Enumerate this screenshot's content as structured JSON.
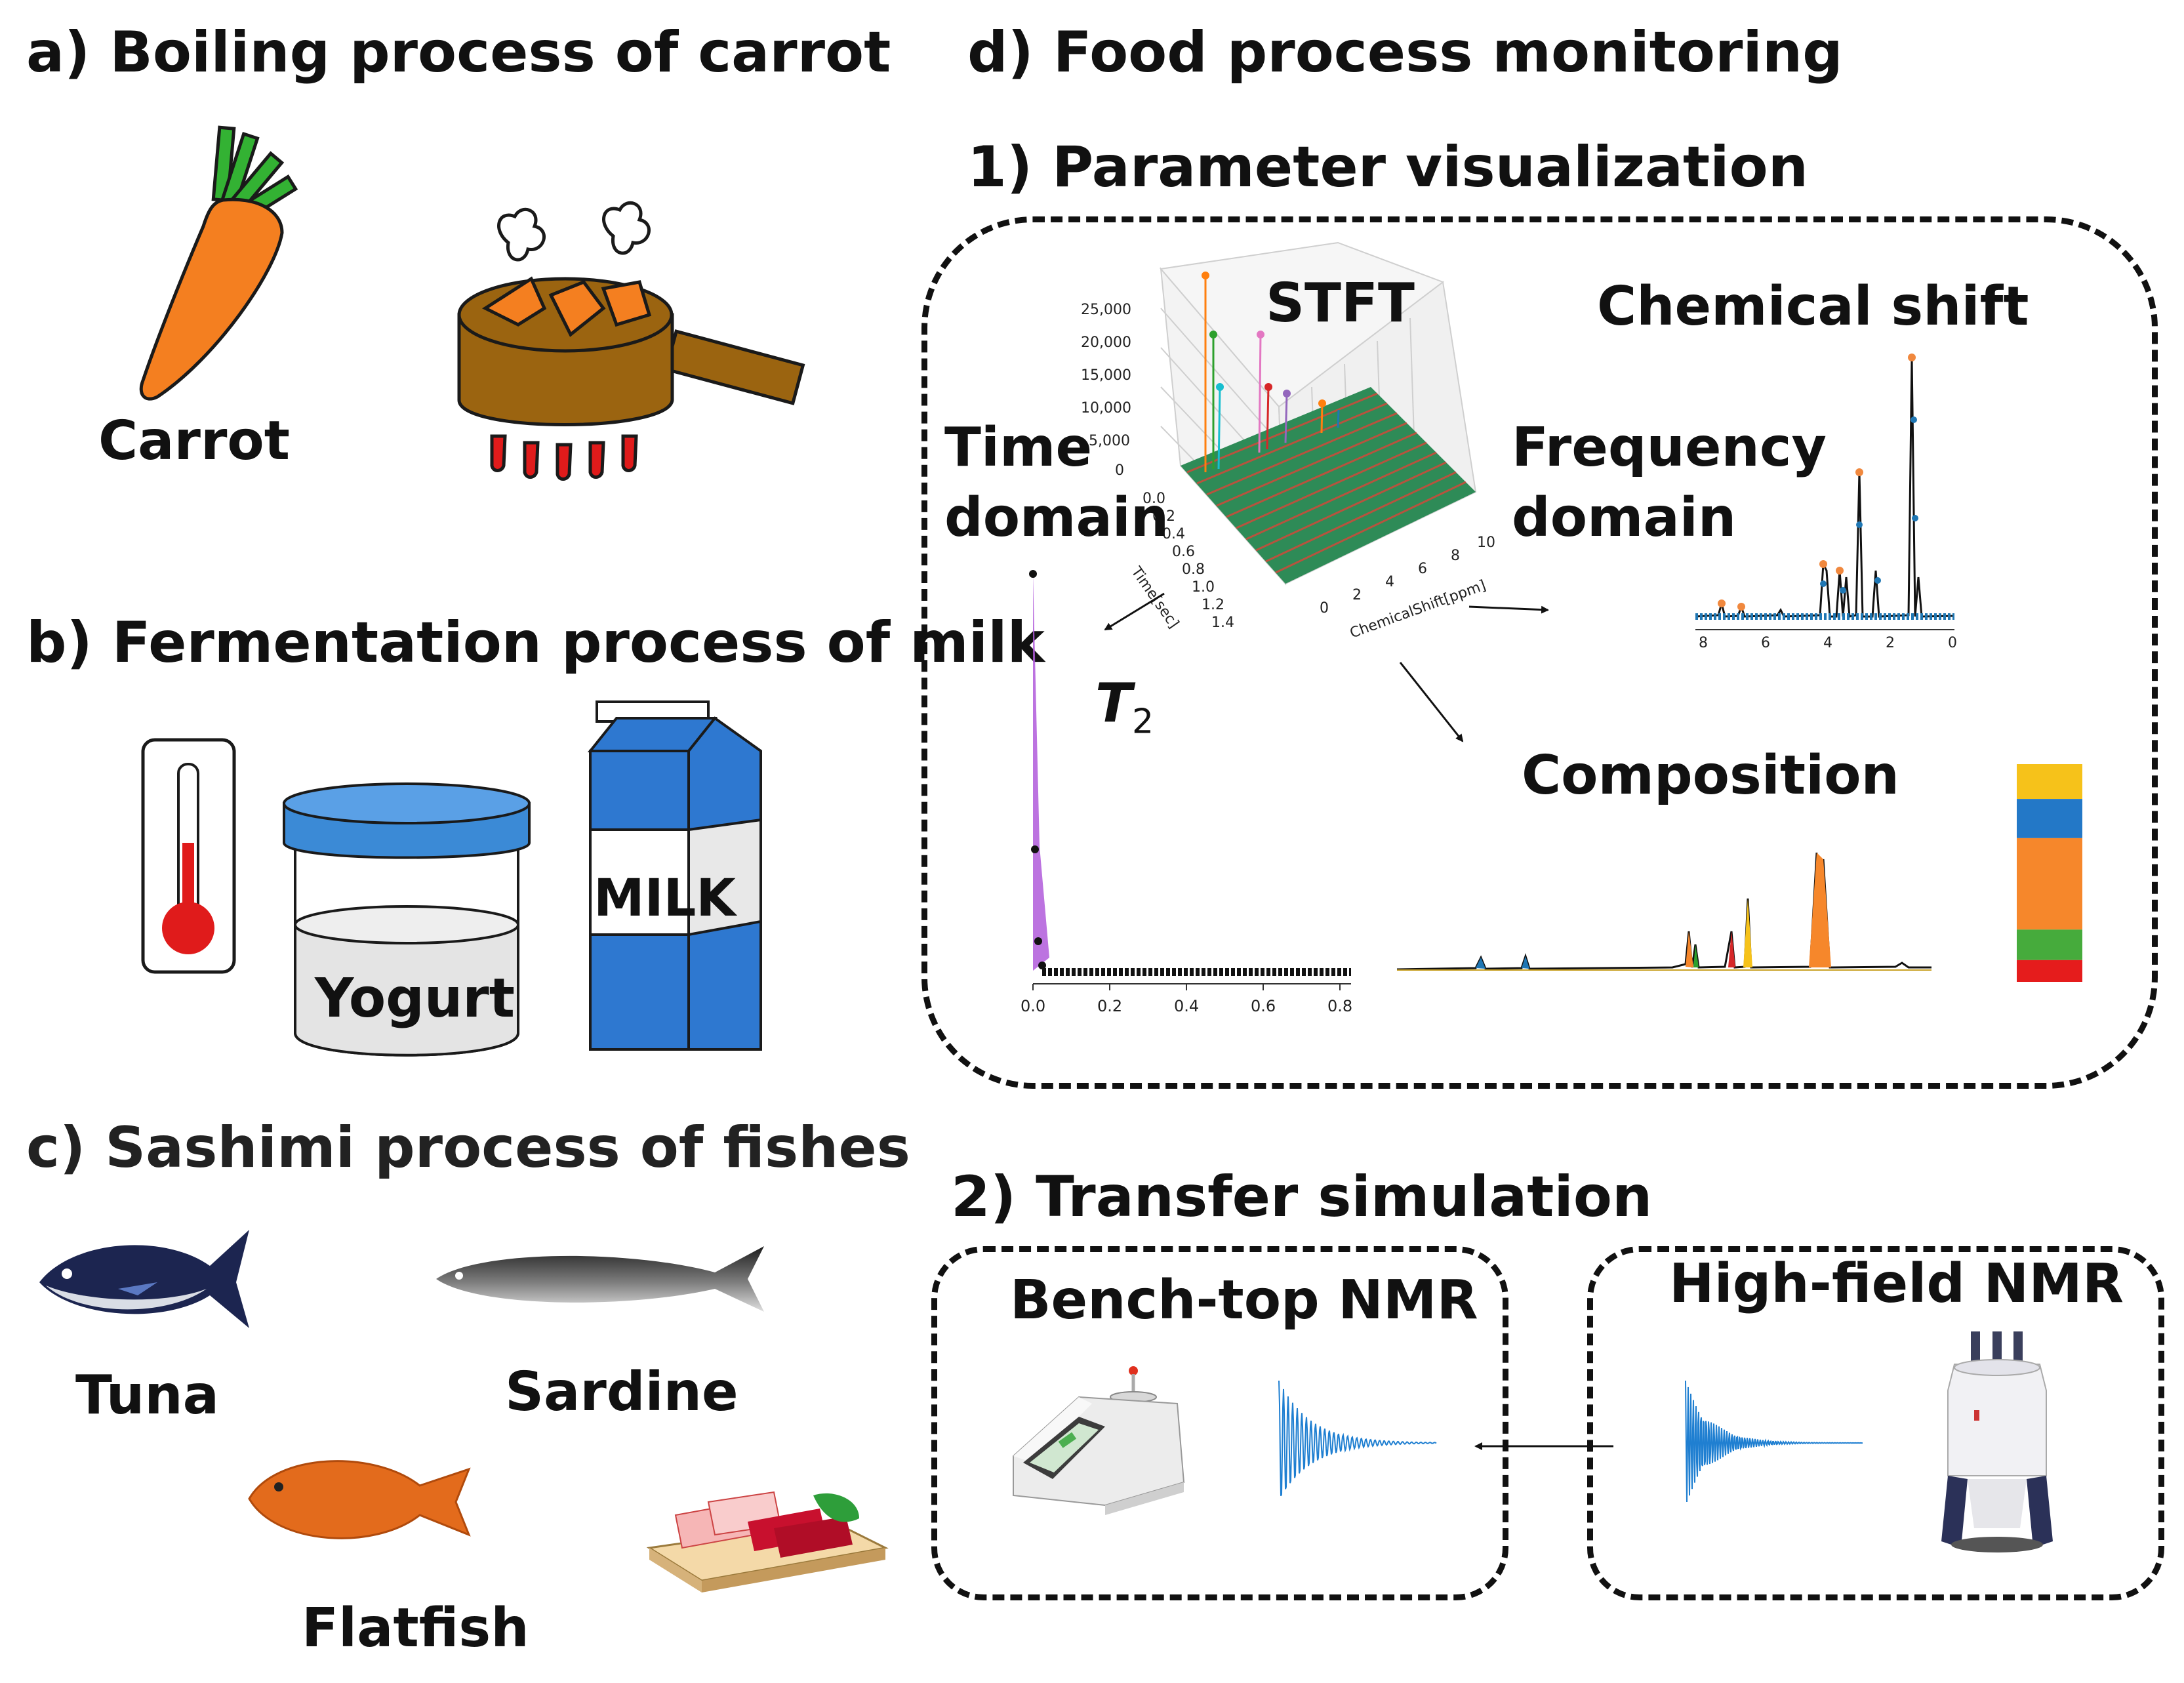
{
  "panel_a": {
    "title": "a)  Boiling process of carrot",
    "carrot_label": "Carrot"
  },
  "panel_b": {
    "title": "b)  Fermentation process of milk",
    "yogurt_label": "Yogurt",
    "milk_label": "MILK"
  },
  "panel_c": {
    "title": "c)  Sashimi process of fishes",
    "fish": [
      "Tuna",
      "Sardine",
      "Flatfish"
    ]
  },
  "panel_d": {
    "title": "d)  Food process monitoring",
    "sub1": {
      "title": "1)  Parameter visualization",
      "stft_label": "STFT",
      "time_domain": [
        "Time",
        "domain"
      ],
      "frequency_domain": [
        "Frequency",
        "domain"
      ],
      "chemical_shift_label": "Chemical shift",
      "composition_label": "Composition",
      "t2_symbol": "T",
      "t2_subscript": "2",
      "stft_z_ticks": [
        "25,000",
        "20,000",
        "15,000",
        "10,000",
        "5,000",
        "0"
      ],
      "stft_time_ticks": [
        "0.0",
        "0.2",
        "0.4",
        "0.6",
        "0.8",
        "1.0",
        "1.2",
        "1.4"
      ],
      "stft_time_label": "Time[sec]",
      "stft_shift_ticks": [
        "0",
        "2",
        "4",
        "6",
        "8",
        "10"
      ],
      "stft_shift_label": "ChemicalShift[ppm]",
      "t2_x_ticks": [
        "0.0",
        "0.2",
        "0.4",
        "0.6",
        "0.8"
      ],
      "cs_x_ticks": [
        "8",
        "6",
        "4",
        "2",
        "0"
      ]
    },
    "sub2": {
      "title": "2)  Transfer simulation",
      "benchtop_label": "Bench-top NMR",
      "highfield_label": "High-field NMR"
    }
  },
  "colors": {
    "carrot": "#f47f20",
    "carrot_leaf": "#33b233",
    "pot": "#9b6410",
    "flame": "#e01b1b",
    "jar_lid": "#3b8ad6",
    "milk_blue": "#2e78d0",
    "fid_blue": "#1f7fd1",
    "composition": [
      "#f6c21a",
      "#2378c7",
      "#f6872b",
      "#46ab3c",
      "#e51c1c"
    ]
  },
  "composition_fractions": [
    0.16,
    0.18,
    0.42,
    0.14,
    0.1
  ]
}
